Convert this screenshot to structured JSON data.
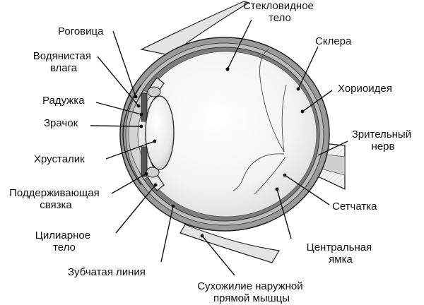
{
  "labels": {
    "vitreous": [
      "Стекловидное",
      "тело"
    ],
    "cornea": [
      "Роговица"
    ],
    "aqueous": [
      "Водянистая",
      "влага"
    ],
    "iris": [
      "Радужка"
    ],
    "pupil": [
      "Зрачок"
    ],
    "lens": [
      "Хрусталик"
    ],
    "zonule": [
      "Поддерживающая",
      "связка"
    ],
    "ciliary": [
      "Цилиарное",
      "тело"
    ],
    "ora_serrata": [
      "Зубчатая линия"
    ],
    "tendon": [
      "Сухожилие наружной",
      "прямой мышцы"
    ],
    "sclera": [
      "Склера"
    ],
    "choroid": [
      "Хориоидея"
    ],
    "optic_nerve": [
      "Зрительный",
      "нерв"
    ],
    "retina": [
      "Сетчатка"
    ],
    "fovea": [
      "Центральная",
      "ямка"
    ]
  }
}
